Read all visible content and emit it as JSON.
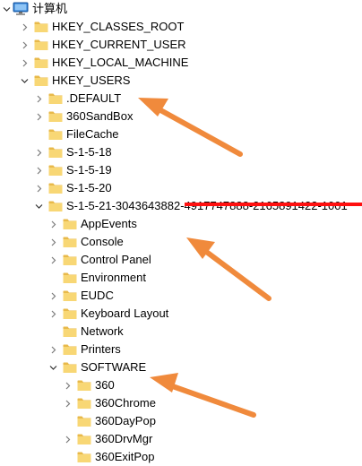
{
  "tree": {
    "root_label": "计算机",
    "items": [
      {
        "label": "HKEY_CLASSES_ROOT",
        "level": 1,
        "state": "collapsed"
      },
      {
        "label": "HKEY_CURRENT_USER",
        "level": 1,
        "state": "collapsed"
      },
      {
        "label": "HKEY_LOCAL_MACHINE",
        "level": 1,
        "state": "collapsed"
      },
      {
        "label": "HKEY_USERS",
        "level": 1,
        "state": "expanded"
      },
      {
        "label": ".DEFAULT",
        "level": 2,
        "state": "collapsed"
      },
      {
        "label": "360SandBox",
        "level": 2,
        "state": "collapsed"
      },
      {
        "label": "FileCache",
        "level": 2,
        "state": "leaf"
      },
      {
        "label": "S-1-5-18",
        "level": 2,
        "state": "collapsed"
      },
      {
        "label": "S-1-5-19",
        "level": 2,
        "state": "collapsed"
      },
      {
        "label": "S-1-5-20",
        "level": 2,
        "state": "collapsed"
      },
      {
        "label": "S-1-5-21-3043643882-4917747888-2165891422-1001",
        "level": 2,
        "state": "expanded"
      },
      {
        "label": "AppEvents",
        "level": 3,
        "state": "collapsed"
      },
      {
        "label": "Console",
        "level": 3,
        "state": "collapsed"
      },
      {
        "label": "Control Panel",
        "level": 3,
        "state": "collapsed"
      },
      {
        "label": "Environment",
        "level": 3,
        "state": "leaf"
      },
      {
        "label": "EUDC",
        "level": 3,
        "state": "collapsed"
      },
      {
        "label": "Keyboard Layout",
        "level": 3,
        "state": "collapsed"
      },
      {
        "label": "Network",
        "level": 3,
        "state": "leaf"
      },
      {
        "label": "Printers",
        "level": 3,
        "state": "collapsed"
      },
      {
        "label": "SOFTWARE",
        "level": 3,
        "state": "expanded"
      },
      {
        "label": "360",
        "level": 4,
        "state": "collapsed"
      },
      {
        "label": "360Chrome",
        "level": 4,
        "state": "collapsed"
      },
      {
        "label": "360DayPop",
        "level": 4,
        "state": "leaf"
      },
      {
        "label": "360DrvMgr",
        "level": 4,
        "state": "collapsed"
      },
      {
        "label": "360ExitPop",
        "level": 4,
        "state": "leaf"
      }
    ]
  },
  "colors": {
    "folder_fill": "#f8d775",
    "folder_tab": "#e8b94a",
    "arrow": "#f08a3c",
    "redaction": "#ff1010",
    "chevron": "#7a7a7a"
  },
  "icons": {
    "root": "computer-icon",
    "folder": "folder-icon",
    "collapsed": "chevron-right-icon",
    "expanded": "chevron-down-icon"
  }
}
